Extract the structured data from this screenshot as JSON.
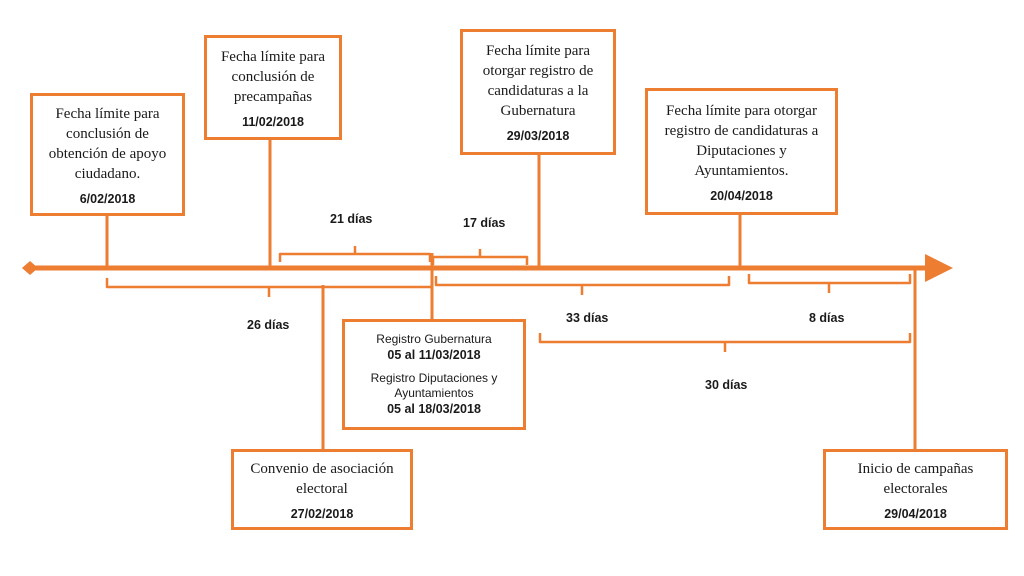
{
  "colors": {
    "accent": "#ED7D31",
    "text": "#1a1a1a"
  },
  "milestones": [
    {
      "label": "Fecha límite para conclusión de obtención de apoyo ciudadano.",
      "date": "6/02/2018"
    },
    {
      "label": "Fecha límite para conclusión de precampañas",
      "date": "11/02/2018"
    },
    {
      "label": "Fecha límite para otorgar registro de candidaturas a la Gubernatura",
      "date": "29/03/2018"
    },
    {
      "label": "Fecha límite para otorgar registro de candidaturas a Diputaciones y Ayuntamientos.",
      "date": "20/04/2018"
    },
    {
      "label": "Convenio de asociación electoral",
      "date": "27/02/2018"
    },
    {
      "label": "Inicio de campañas electorales",
      "date": "29/04/2018"
    }
  ],
  "registro": {
    "gub_label": "Registro Gubernatura",
    "gub_dates": "05 al 11/03/2018",
    "dip_label": "Registro Diputaciones y Ayuntamientos",
    "dip_dates": "05 al 18/03/2018"
  },
  "durations": {
    "d21": "21 días",
    "d17": "17 días",
    "d26": "26 días",
    "d33": "33 días",
    "d8": "8 días",
    "d30": "30 días"
  }
}
